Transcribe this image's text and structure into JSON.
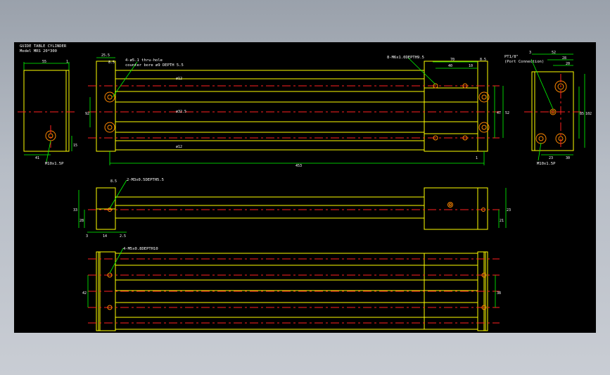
{
  "title_block": {
    "line1": "GUIDE TABLE CYLINDER",
    "line2": "Model  MRS 20*300"
  },
  "callouts": {
    "front_mount": "4-ø5.1 thru-hole",
    "front_mount_cb": "counter bore ø9 DEPTH 5.5",
    "front_ports": "8-M6x1.0DEPTH9.5",
    "end_port": "PT1/8\"",
    "end_port_note": "(Port Connection)",
    "left_thread": "M10x1.5P",
    "right_thread": "M10x1.5P",
    "mid_holes": "2-M3x0.5DEPTH5.5",
    "bottom_holes": "4-M5x0.8DEPTH10"
  },
  "dims": {
    "side_width": "55",
    "side_gap": "1",
    "side_bottom": "41",
    "side_h": "15",
    "front_top_left": "25.5",
    "front_top_left2": "8.5",
    "front_top_70": "70",
    "front_top_40": "40",
    "front_top_10": "10",
    "front_top_right": "8.5",
    "front_overall": "453",
    "front_h": "92",
    "front_h_right1": "47",
    "front_h_right2": "52",
    "front_bottom_1": "1",
    "front_v1": "ø12",
    "front_v2": "ø32.5",
    "front_v3": "ø12",
    "end_top1": "3",
    "end_top2": "52",
    "end_top3": "28",
    "end_top4": "20",
    "end_right1": "85",
    "end_right2": "102",
    "end_bottom1": "23",
    "end_bottom2": "30",
    "mid_top": "8.5",
    "mid_left": "33",
    "mid_left2": "28",
    "mid_b1": "3",
    "mid_b2": "14",
    "mid_b3": "2.5",
    "mid_right1": "21",
    "mid_right2": "23",
    "bot_left": "42",
    "bot_right": "38"
  }
}
